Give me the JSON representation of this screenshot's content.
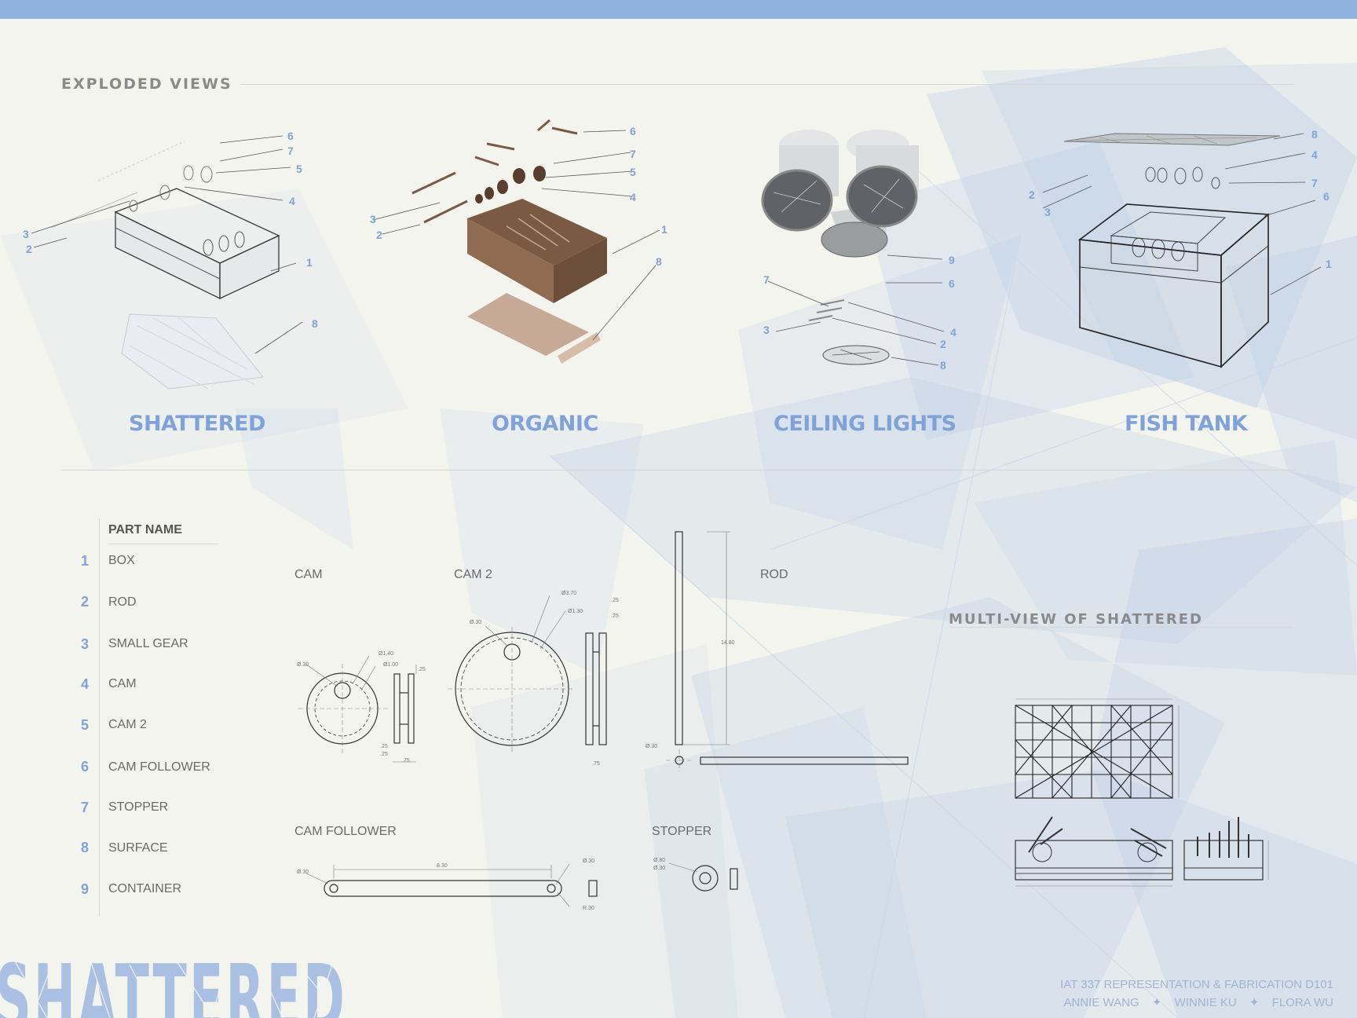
{
  "colors": {
    "accent": "#7fa3d8",
    "top_bar": "#8fb2df",
    "background": "#f4f4ef",
    "shard": "#b9cde7"
  },
  "exploded": {
    "title": "EXPLODED VIEWS",
    "variants": [
      {
        "name": "SHATTERED",
        "callouts": [
          "6",
          "7",
          "5",
          "4",
          "3",
          "2",
          "1",
          "8"
        ]
      },
      {
        "name": "ORGANIC",
        "callouts": [
          "6",
          "7",
          "5",
          "4",
          "3",
          "2",
          "1",
          "8"
        ]
      },
      {
        "name": "CEILING LIGHTS",
        "callouts": [
          "9",
          "6",
          "7",
          "3",
          "4",
          "2",
          "8"
        ]
      },
      {
        "name": "FISH TANK",
        "callouts": [
          "8",
          "4",
          "2",
          "7",
          "3",
          "6",
          "1"
        ]
      }
    ]
  },
  "parts": {
    "header": "PART NAME",
    "items": [
      {
        "num": "1",
        "name": "BOX"
      },
      {
        "num": "2",
        "name": "ROD"
      },
      {
        "num": "3",
        "name": "SMALL GEAR"
      },
      {
        "num": "4",
        "name": "CAM"
      },
      {
        "num": "5",
        "name": "CAM 2"
      },
      {
        "num": "6",
        "name": "CAM FOLLOWER"
      },
      {
        "num": "7",
        "name": "STOPPER"
      },
      {
        "num": "8",
        "name": "SURFACE"
      },
      {
        "num": "9",
        "name": "CONTAINER"
      }
    ]
  },
  "drawings": {
    "cam": "CAM",
    "cam2": "CAM 2",
    "rod": "ROD",
    "cam_follower": "CAM FOLLOWER",
    "stopper": "STOPPER",
    "dims": {
      "cam": [
        "Ø.30",
        "Ø1.40",
        "Ø1.00",
        ".25",
        ".25",
        ".25",
        ".75"
      ],
      "cam2": [
        "Ø.30",
        "Ø3.70",
        "Ø1.30",
        ".25",
        ".25",
        ".75"
      ],
      "rod": [
        "14.80",
        "Ø.30"
      ],
      "cam_follower": [
        "Ø.30",
        "8.30",
        "Ø.30",
        "R.30"
      ],
      "stopper": [
        "Ø.80",
        "Ø.30"
      ]
    }
  },
  "multiview": {
    "title": "MULTI-VIEW OF SHATTERED"
  },
  "footer": {
    "course": "IAT 337 REPRESENTATION & FABRICATION D101",
    "authors": [
      "ANNIE WANG",
      "WINNIE KU",
      "FLORA WU"
    ],
    "separator": "✦"
  },
  "brand_word": "SHATTERED"
}
